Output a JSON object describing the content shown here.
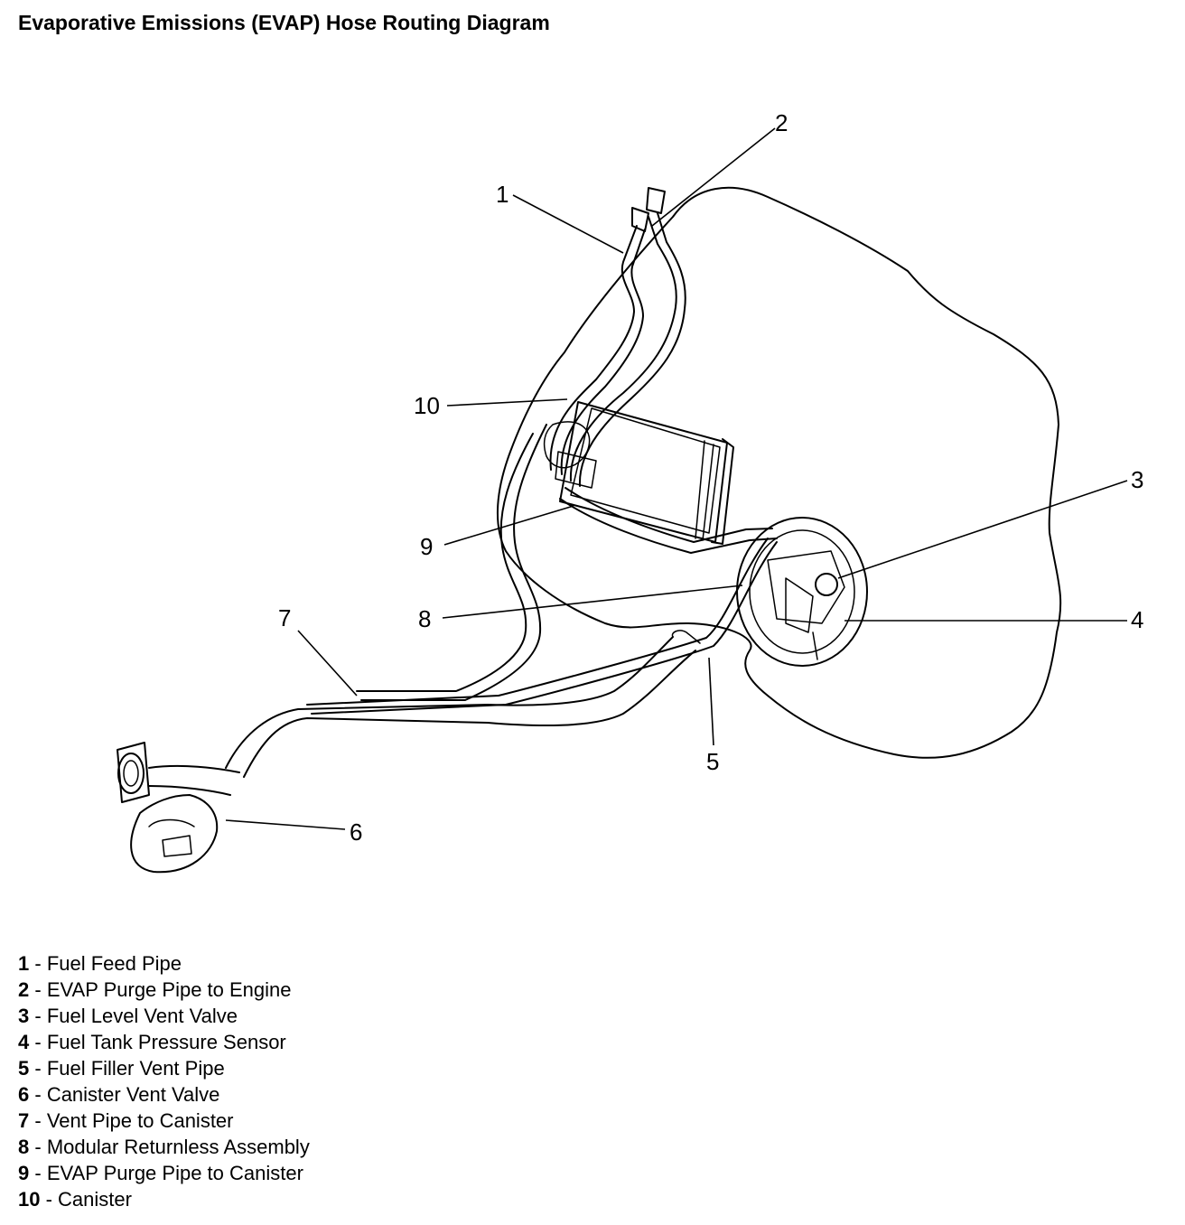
{
  "title": "Evaporative Emissions (EVAP) Hose Routing Diagram",
  "callouts": [
    "1",
    "2",
    "3",
    "4",
    "5",
    "6",
    "7",
    "8",
    "9",
    "10"
  ],
  "legend": [
    {
      "num": "1",
      "sep": " - ",
      "text": "Fuel Feed Pipe"
    },
    {
      "num": "2",
      "sep": " - ",
      "text": "EVAP Purge Pipe to Engine"
    },
    {
      "num": "3",
      "sep": " - ",
      "text": "Fuel Level Vent Valve"
    },
    {
      "num": "4",
      "sep": " - ",
      "text": "Fuel Tank Pressure Sensor"
    },
    {
      "num": "5",
      "sep": " - ",
      "text": "Fuel Filler Vent Pipe"
    },
    {
      "num": "6",
      "sep": " - ",
      "text": "Canister Vent Valve"
    },
    {
      "num": "7",
      "sep": " - ",
      "text": "Vent Pipe to Canister"
    },
    {
      "num": "8",
      "sep": " - ",
      "text": "Modular Returnless Assembly"
    },
    {
      "num": "9",
      "sep": " - ",
      "text": "EVAP Purge Pipe to Canister"
    },
    {
      "num": "10",
      "sep": " - ",
      "text": "Canister"
    }
  ]
}
